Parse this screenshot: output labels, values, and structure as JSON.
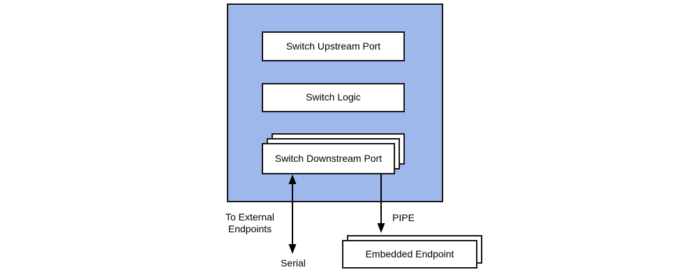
{
  "diagram": {
    "switch": {
      "upstream_label": "Switch Upstream Port",
      "logic_label": "Switch Logic",
      "downstream_label": "Switch Downstream Port",
      "downstream_stack_count": 3
    },
    "endpoint": {
      "embedded_label": "Embedded Endpoint",
      "embedded_stack_count": 2
    },
    "annotations": {
      "to_external": "To External\nEndpoints",
      "serial": "Serial",
      "pipe": "PIPE"
    },
    "colors": {
      "switch_fill": "#9FB8EC",
      "box_fill": "#FFFFFF",
      "line": "#000000"
    }
  }
}
